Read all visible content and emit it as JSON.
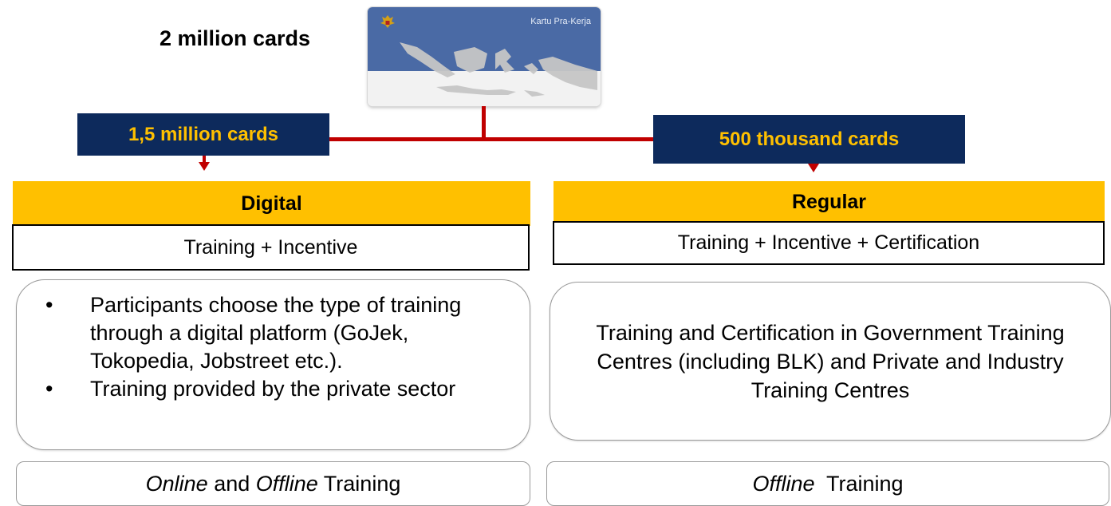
{
  "total": {
    "label": "2 million cards"
  },
  "card": {
    "title": "Kartu Pra-Kerja",
    "header_color": "#4a6aa5",
    "map_color": "#c9c9c9"
  },
  "colors": {
    "navy": "#0d2a5c",
    "gold": "#ffc000",
    "connector": "#c00000"
  },
  "left": {
    "allocation": "1,5 million cards",
    "category": "Digital",
    "package": "Training + Incentive",
    "bullets": [
      "Participants choose the type of training through a digital platform (GoJek, Tokopedia, Jobstreet etc.).",
      "Training provided by the private sector"
    ],
    "mode": {
      "italic1": "Online",
      "and": " and ",
      "italic2": "Offline",
      "suffix": " Training"
    }
  },
  "right": {
    "allocation": "500 thousand cards",
    "category": "Regular",
    "package": "Training + Incentive + Certification",
    "description": "Training and Certification in Government Training Centres (including BLK) and Private and Industry Training Centres",
    "mode": {
      "italic1": "Offline",
      "suffix": "  Training"
    }
  }
}
